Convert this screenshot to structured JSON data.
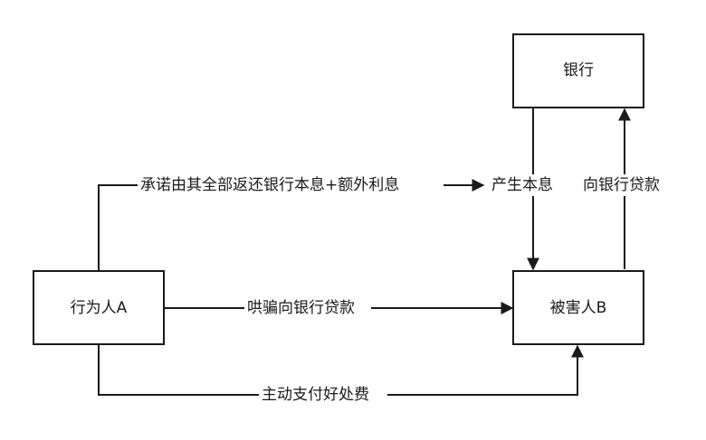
{
  "nodes": {
    "actor_a": "行为人A",
    "victim_b": "被害人B",
    "bank": "银行"
  },
  "edges": {
    "promise": "承诺由其全部返还银行本息+额外利息",
    "deceive": "哄骗向银行贷款",
    "pay_benefit": "主动支付好处费",
    "interest": "产生本息",
    "borrow": "向银行贷款"
  },
  "colors": {
    "stroke": "#1a1a1a",
    "background": "#ffffff"
  }
}
